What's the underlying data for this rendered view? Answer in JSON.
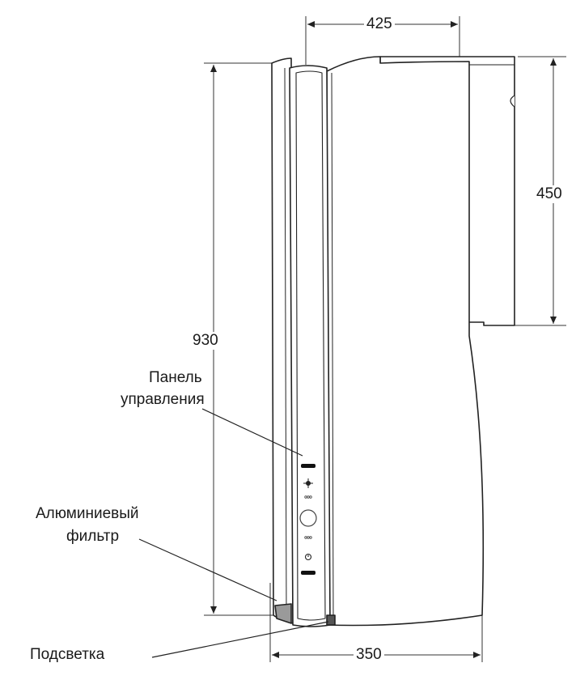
{
  "dimensions": {
    "top_width": "425",
    "right_height": "450",
    "total_height": "930",
    "bottom_width": "350"
  },
  "callouts": {
    "control_panel": [
      "Панель",
      "управления"
    ],
    "aluminium_filter": [
      "Алюминиевый",
      "фильтр"
    ],
    "lighting": "Подсветка"
  }
}
